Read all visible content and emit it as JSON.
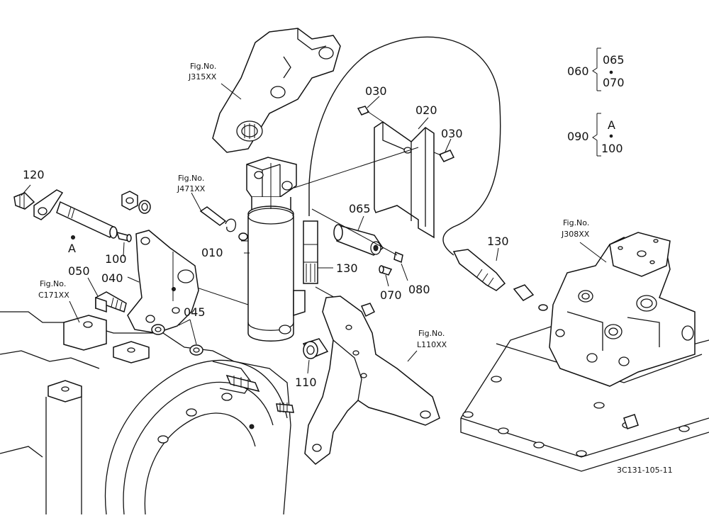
{
  "diagram_id": "3C131-105-11",
  "fig_refs": {
    "j315": {
      "line1": "Fig.No.",
      "line2": "J315XX"
    },
    "j471": {
      "line1": "Fig.No.",
      "line2": "J471XX"
    },
    "c171": {
      "line1": "Fig.No.",
      "line2": "C171XX"
    },
    "l110": {
      "line1": "Fig.No.",
      "line2": "L110XX"
    },
    "j308": {
      "line1": "Fig.No.",
      "line2": "J308XX"
    }
  },
  "callouts": {
    "p010": "010",
    "p020": "020",
    "p030a": "030",
    "p030b": "030",
    "p040": "040",
    "p045": "045",
    "p050": "050",
    "p065": "065",
    "p070": "070",
    "p080": "080",
    "p100": "100",
    "p110": "110",
    "p120": "120",
    "p130a": "130",
    "p130b": "130",
    "marker_a": "A"
  },
  "legend": {
    "group1": {
      "parent": "060",
      "top": "065",
      "bottom": "070"
    },
    "group2": {
      "parent": "090",
      "top": "A",
      "bottom": "100"
    }
  }
}
